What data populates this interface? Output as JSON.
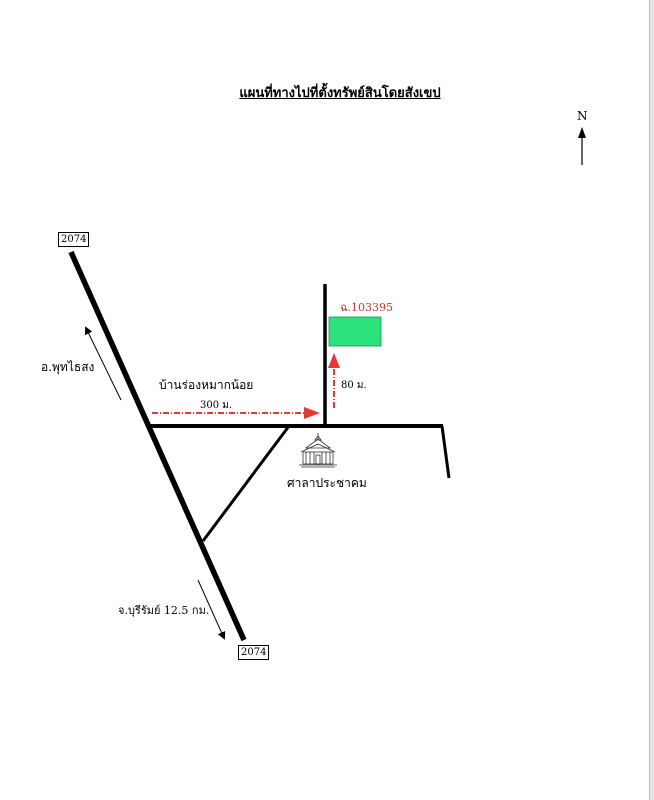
{
  "title": "แผนที่ทางไปที่ตั้งทรัพย์สินโดยสังเขป",
  "north": "N",
  "routes": {
    "top": "2074",
    "bottom": "2074"
  },
  "labels": {
    "phutthaisong": "อ.พุทไธสง",
    "village": "บ้านร่องหมากน้อย",
    "distance_300": "300 ม.",
    "distance_80": "80 ม.",
    "deed": "ฉ.103395",
    "community_hall": "ศาลาประชาคม",
    "buriram": "จ.บุรีรัมย์ 12.5 กม."
  },
  "colors": {
    "road": "#000000",
    "route_arrow": "#e53935",
    "property_fill": "#2ee27b",
    "deed_text": "#c0392b"
  },
  "icons": {
    "hall": "community-hall-building-icon",
    "north": "north-arrow-icon"
  }
}
